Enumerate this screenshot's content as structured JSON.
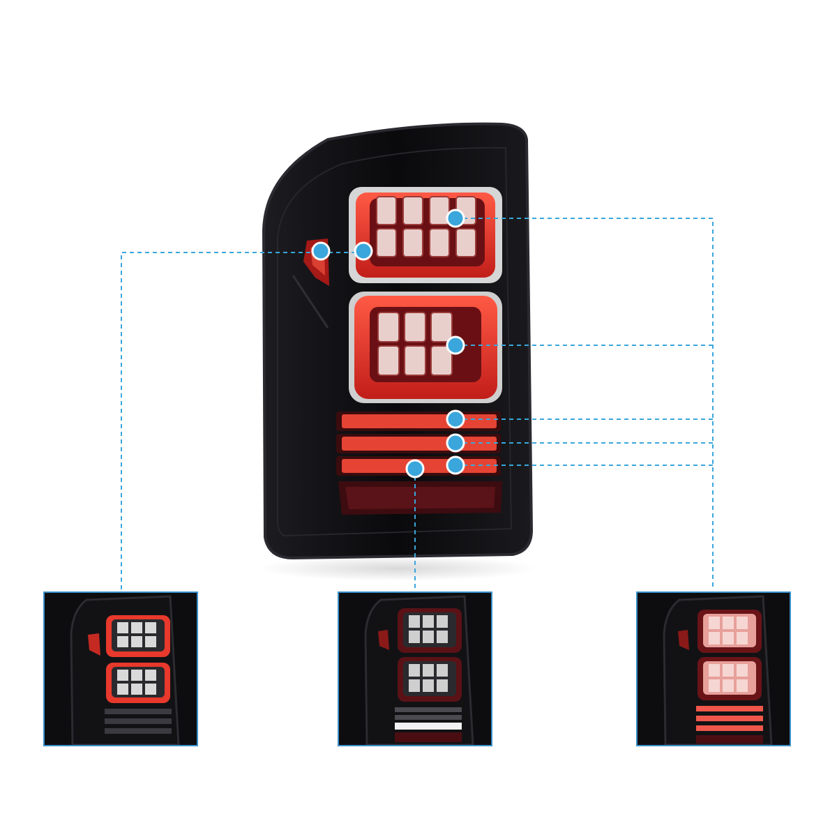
{
  "colors": {
    "background": "#ffffff",
    "housing": "#0f0f12",
    "housing_edge": "#2a2a30",
    "lens_red": "#e8392c",
    "lens_dark_red": "#5a0f12",
    "led_white": "#e9d9d6",
    "callout_dot": "#3aa6dc",
    "callout_line": "#3aa6dc",
    "thumbnail_border": "#3a8fc9"
  },
  "main_image": {
    "subject": "tail-lamp",
    "callouts": [
      {
        "name": "side-marker",
        "group": "left"
      },
      {
        "name": "upper-ring",
        "group": "left"
      },
      {
        "name": "upper-led-block",
        "group": "right"
      },
      {
        "name": "lower-led-block",
        "group": "right"
      },
      {
        "name": "bar-1",
        "group": "right"
      },
      {
        "name": "bar-2",
        "group": "right"
      },
      {
        "name": "bar-3",
        "group": "right"
      },
      {
        "name": "reverse-bar",
        "group": "center"
      }
    ]
  },
  "thumbnails": [
    {
      "name": "thumbnail-left",
      "mode": "ring-lights-on"
    },
    {
      "name": "thumbnail-center",
      "mode": "reverse-light-on"
    },
    {
      "name": "thumbnail-right",
      "mode": "brake-lights-on"
    }
  ]
}
